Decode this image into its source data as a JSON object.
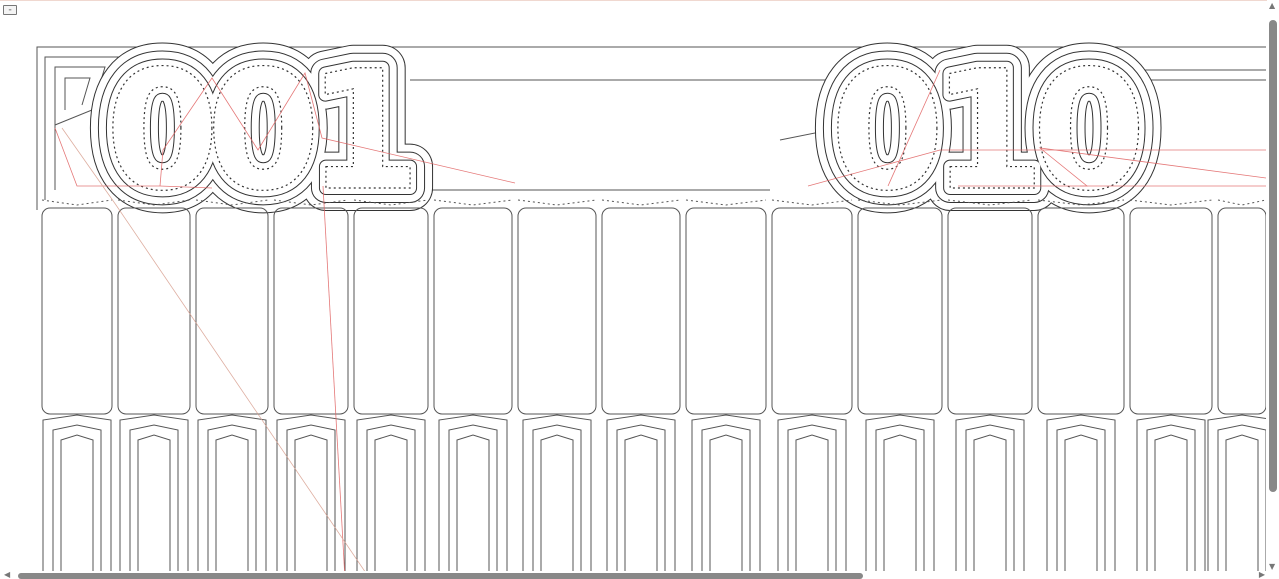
{
  "toolbar": {
    "menu_button_label": "≡"
  },
  "preview": {
    "labels": [
      "001",
      "010"
    ],
    "path_color": "#333333",
    "travel_color": "#e06060",
    "column_count": 15
  },
  "scrollbars": {
    "vertical": "vertical-scrollbar",
    "horizontal": "horizontal-scrollbar"
  }
}
